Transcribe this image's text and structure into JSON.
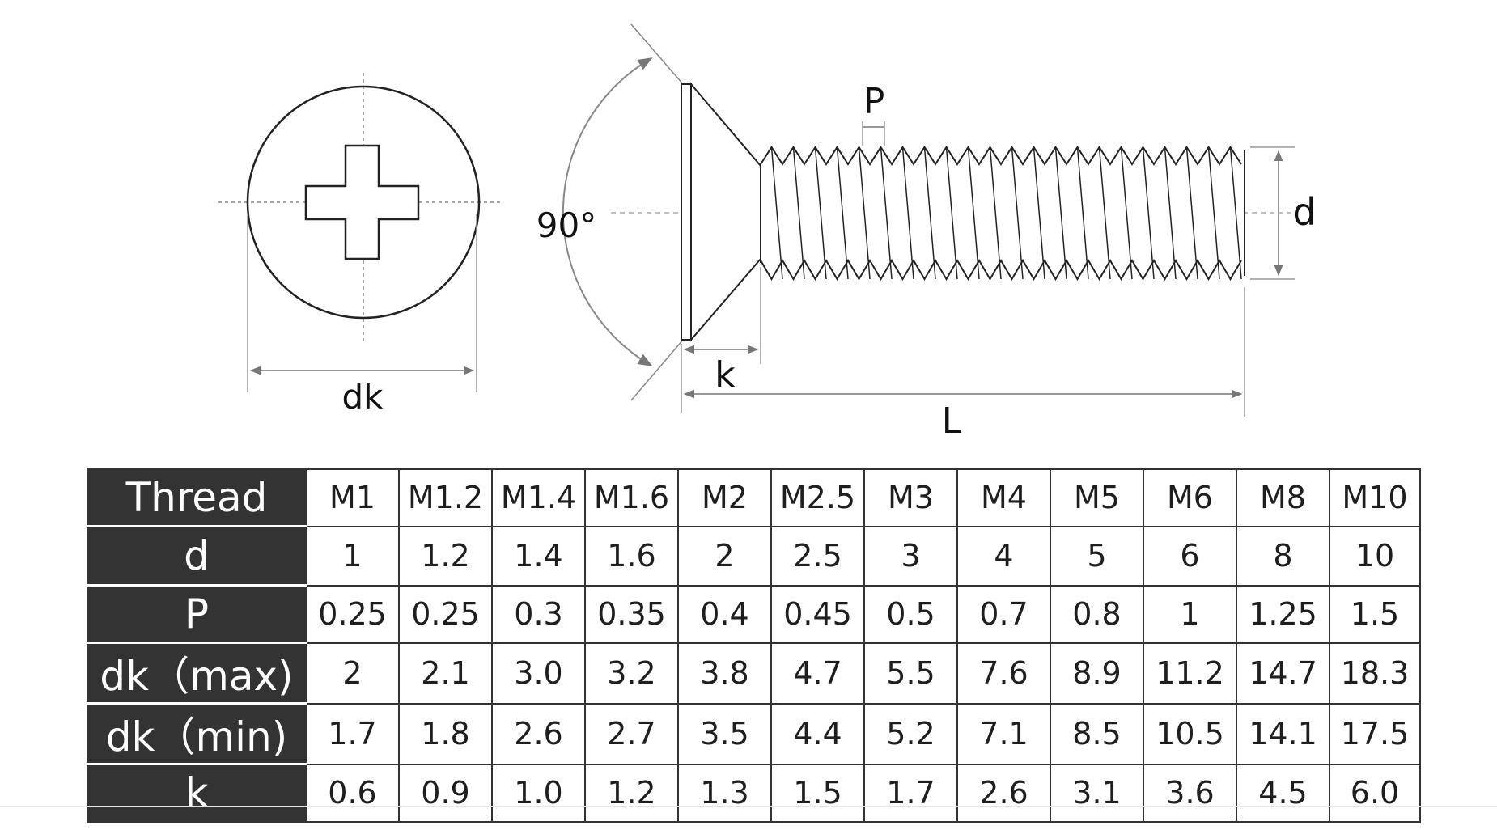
{
  "diagram": {
    "head_dimension": "dk",
    "angle": "90°",
    "pitch": "P",
    "diameter": "d",
    "head_height": "k",
    "length": "L"
  },
  "table": {
    "rows": [
      {
        "label": "Thread",
        "values": [
          "M1",
          "M1.2",
          "M1.4",
          "M1.6",
          "M2",
          "M2.5",
          "M3",
          "M4",
          "M5",
          "M6",
          "M8",
          "M10"
        ]
      },
      {
        "label": "d",
        "values": [
          "1",
          "1.2",
          "1.4",
          "1.6",
          "2",
          "2.5",
          "3",
          "4",
          "5",
          "6",
          "8",
          "10"
        ]
      },
      {
        "label": "P",
        "values": [
          "0.25",
          "0.25",
          "0.3",
          "0.35",
          "0.4",
          "0.45",
          "0.5",
          "0.7",
          "0.8",
          "1",
          "1.25",
          "1.5"
        ]
      },
      {
        "label": "dk（max)",
        "values": [
          "2",
          "2.1",
          "3.0",
          "3.2",
          "3.8",
          "4.7",
          "5.5",
          "7.6",
          "8.9",
          "11.2",
          "14.7",
          "18.3"
        ]
      },
      {
        "label": "dk（min)",
        "values": [
          "1.7",
          "1.8",
          "2.6",
          "2.7",
          "3.5",
          "4.4",
          "5.2",
          "7.1",
          "8.5",
          "10.5",
          "14.1",
          "17.5"
        ]
      },
      {
        "label": "k",
        "values": [
          "0.6",
          "0.9",
          "1.0",
          "1.2",
          "1.3",
          "1.5",
          "1.7",
          "2.6",
          "3.1",
          "3.6",
          "4.5",
          "6.0"
        ]
      }
    ]
  }
}
